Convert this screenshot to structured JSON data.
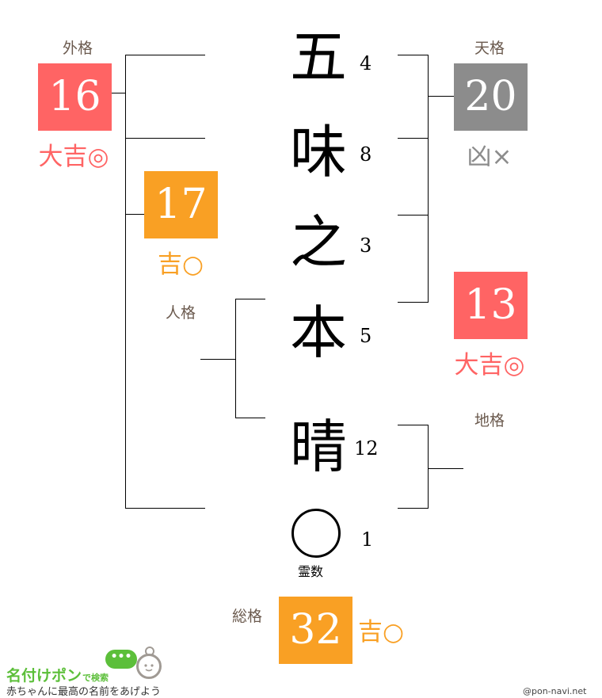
{
  "name_characters": [
    {
      "char": "五",
      "strokes": "4"
    },
    {
      "char": "味",
      "strokes": "8"
    },
    {
      "char": "之",
      "strokes": "3"
    },
    {
      "char": "本",
      "strokes": "5"
    },
    {
      "char": "晴",
      "strokes": "12"
    },
    {
      "char": "◯",
      "strokes": "1",
      "note": "霊数"
    }
  ],
  "kaku": {
    "gaikaku": {
      "label": "外格",
      "value": "16",
      "verdict": "大吉◎",
      "color": "#ff6464"
    },
    "tenkaku": {
      "label": "天格",
      "value": "20",
      "verdict": "凶×",
      "color": "#8c8c8c"
    },
    "jinkaku": {
      "label": "人格",
      "value": "17",
      "verdict": "吉○",
      "color": "#f9a024"
    },
    "chikaku": {
      "label": "地格",
      "value": "13",
      "verdict": "大吉◎",
      "color": "#ff6464"
    },
    "soukaku": {
      "label": "総格",
      "value": "32",
      "verdict": "吉○",
      "color": "#f9a024"
    }
  },
  "footer": {
    "logo_title": "名付けポン",
    "logo_suffix": "で検索",
    "bubble_dots": "•••",
    "tagline": "赤ちゃんに最高の名前をあげよう",
    "copyright": "@pon-navi.net"
  }
}
